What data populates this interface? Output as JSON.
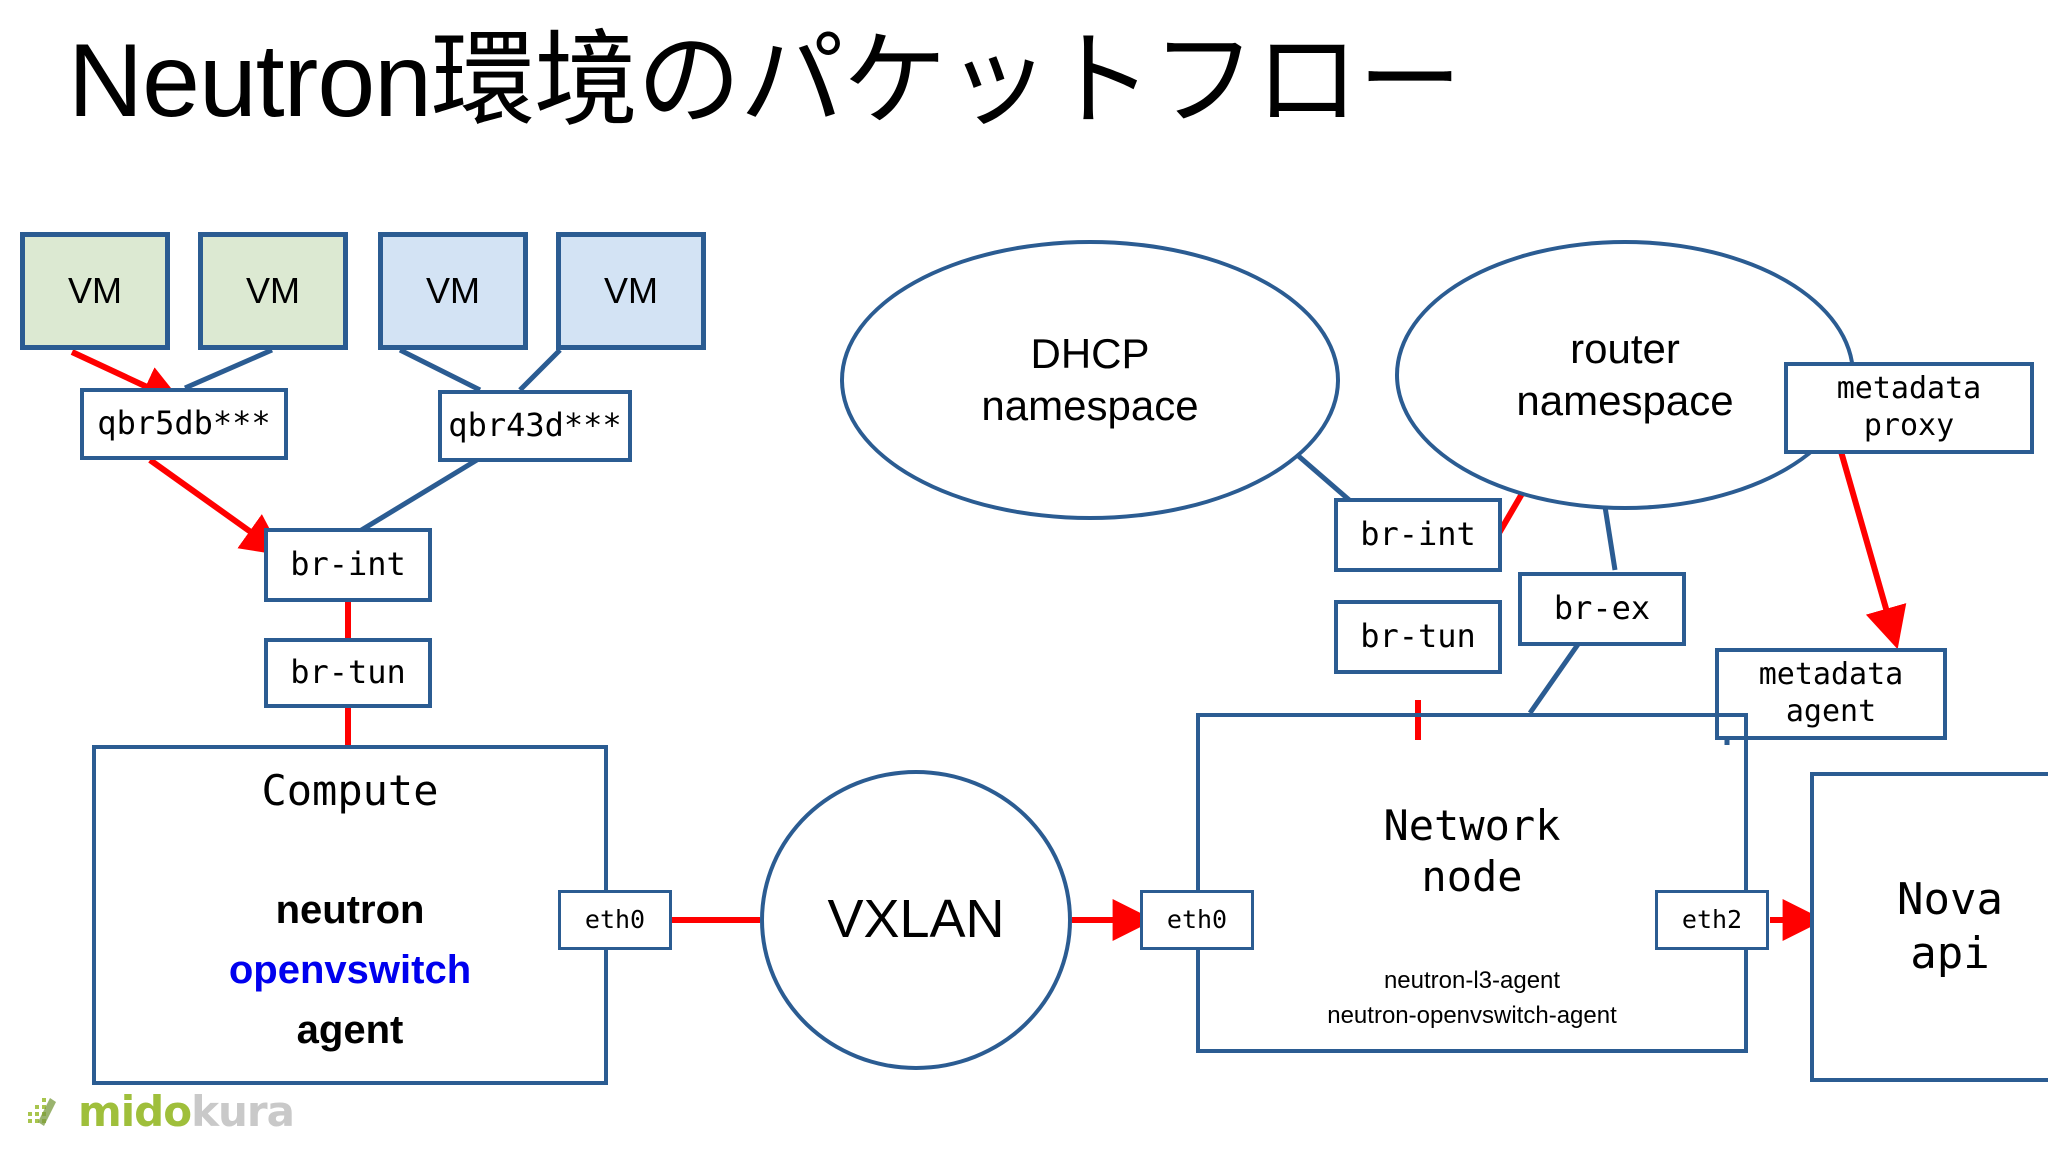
{
  "title": "Neutron環境のパケットフロー",
  "compute_side": {
    "vms": [
      {
        "label": "VM",
        "tint": "green"
      },
      {
        "label": "VM",
        "tint": "green"
      },
      {
        "label": "VM",
        "tint": "blue"
      },
      {
        "label": "VM",
        "tint": "blue"
      }
    ],
    "bridges": [
      {
        "label": "qbr5db***"
      },
      {
        "label": "qbr43d***"
      },
      {
        "label": "br-int"
      },
      {
        "label": "br-tun"
      }
    ],
    "host": {
      "title": "Compute",
      "services_line1": "neutron",
      "services_line2": "openvswitch",
      "services_line3": "agent",
      "nic": "eth0"
    }
  },
  "fabric": {
    "label": "VXLAN"
  },
  "network_side": {
    "namespaces": [
      {
        "label": "DHCP\nnamespace"
      },
      {
        "label": "router\nnamespace"
      }
    ],
    "bridges": [
      {
        "label": "br-int"
      },
      {
        "label": "br-tun"
      },
      {
        "label": "br-ex"
      }
    ],
    "metadata_proxy": "metadata\nproxy",
    "metadata_agent": "metadata\nagent",
    "host": {
      "title": "Network\nnode",
      "agents_line1": "neutron-l3-agent",
      "agents_line2": "neutron-openvswitch-agent",
      "nic_in": "eth0",
      "nic_out": "eth2"
    }
  },
  "nova": {
    "label": "Nova\napi"
  },
  "branding": {
    "name_part1": "mido",
    "name_part2": "kura"
  },
  "colors": {
    "stroke": "#2b5c92",
    "flow": "#ff0000",
    "vm_green": "#dce9d2",
    "vm_blue": "#d3e3f4",
    "accent": "#0000ee",
    "logo_green": "#9fbf3b",
    "logo_grey": "#c9c9c9"
  }
}
